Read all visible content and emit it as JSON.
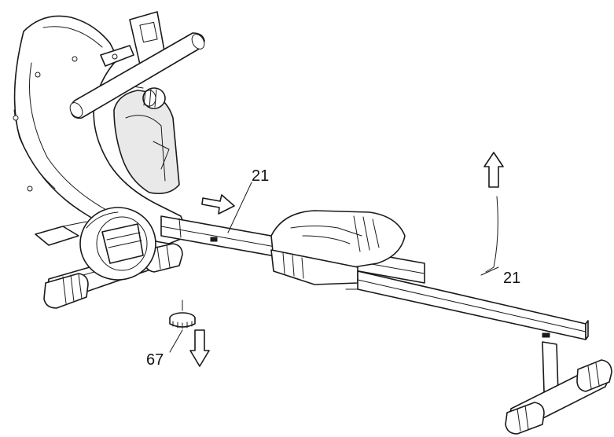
{
  "callouts": [
    {
      "id": "rail-upper",
      "label": "21"
    },
    {
      "id": "rail-lower",
      "label": "21"
    },
    {
      "id": "foot-leveler",
      "label": "67"
    }
  ],
  "arrows": [
    {
      "id": "slide-arrow",
      "direction": "right"
    },
    {
      "id": "lift-arrow",
      "direction": "up"
    },
    {
      "id": "remove-arrow",
      "direction": "down"
    }
  ],
  "colors": {
    "line": "#1a1a1a",
    "background": "#ffffff"
  }
}
